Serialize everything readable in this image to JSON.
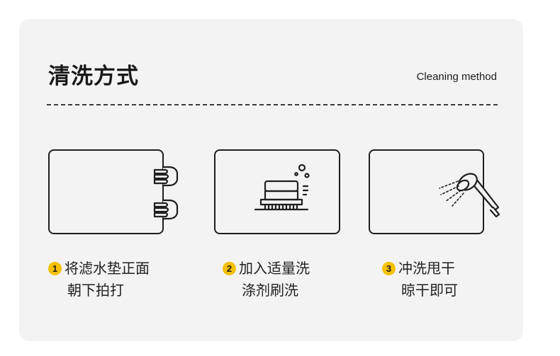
{
  "header": {
    "title": "清洗方式",
    "subtitle": "Cleaning method"
  },
  "steps": [
    {
      "number": "1",
      "line1": "将滤水垫正面",
      "line2": "朝下拍打",
      "icon": "hands-patting-icon"
    },
    {
      "number": "2",
      "line1": "加入适量洗",
      "line2": "涤剂刷洗",
      "icon": "scrub-brush-icon"
    },
    {
      "number": "3",
      "line1": "冲洗甩干",
      "line2": "晾干即可",
      "icon": "shower-head-icon"
    }
  ],
  "colors": {
    "card_background": "#f3f3f3",
    "number_badge": "#f5c000",
    "ink": "#1f1f1f"
  }
}
